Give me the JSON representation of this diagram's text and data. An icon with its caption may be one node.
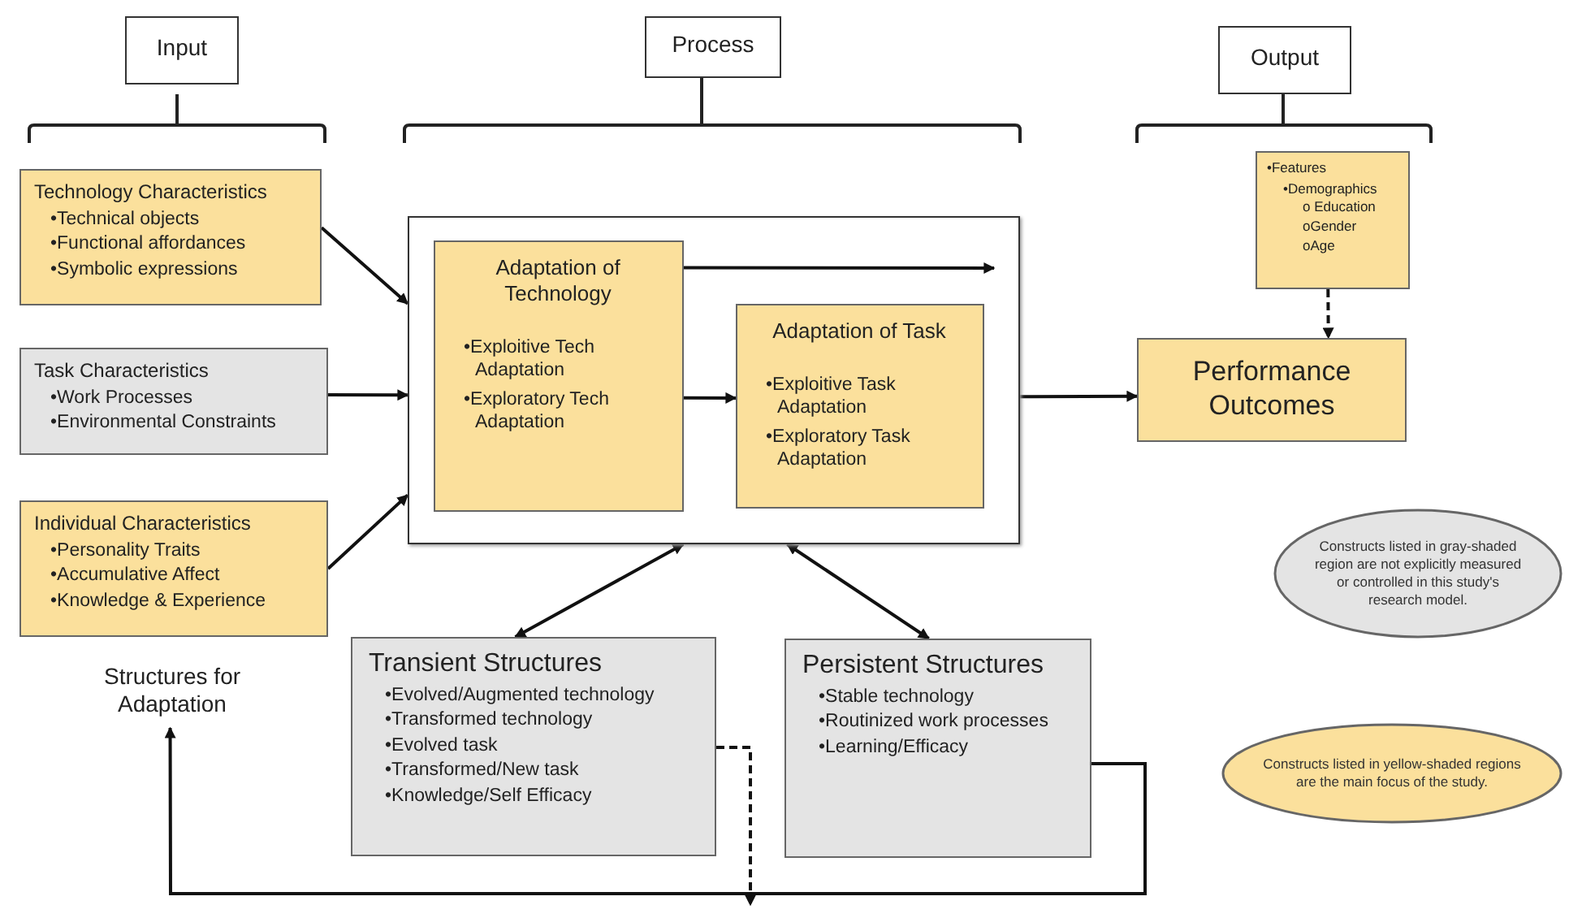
{
  "diagram": {
    "nodes": [
      {
        "text": [
          "Input"
        ]
      },
      {
        "text": [
          "Process"
        ]
      },
      {
        "text": [
          "Output"
        ]
      },
      {
        "text": [
          "Technology Characteristics",
          "•Technical objects",
          "•Functional affordances",
          "•Symbolic expressions"
        ]
      },
      {
        "text": [
          "Task Characteristics",
          "•Work Processes",
          "•Environmental Constraints"
        ]
      },
      {
        "text": [
          "Individual Characteristics",
          "•Personality Traits",
          "•Accumulative Affect",
          "•Knowledge & Experience"
        ]
      },
      {
        "text": [],
        "shape": "box"
      },
      {
        "text": [
          "Adaptation of Technology",
          "•Exploitive Tech Adaptation",
          "•Exploratory Tech Adaptation"
        ],
        "in": 6
      },
      {
        "text": [
          "Adaptation of Task",
          "•Exploitive Task Adaptation",
          "•Exploratory Task Adaptation"
        ],
        "in": 6
      },
      {
        "text": [
          "•Features",
          "•Demographics",
          "o Education",
          "oGender",
          "oAge"
        ]
      },
      {
        "text": [
          "Performance Outcomes"
        ]
      },
      {
        "text": [
          "Constructs listed in gray-shaded region are not explicitly measured or controlled in this study's research model."
        ]
      },
      {
        "text": [
          "Constructs listed in yellow-shaded regions are the main focus of the study."
        ]
      },
      {
        "text": [
          "Transient Structures",
          "•Evolved/Augmented technology",
          "•Transformed technology",
          "•Evolved task",
          "•Transformed/New task",
          "•Knowledge/Self Efficacy"
        ]
      },
      {
        "text": [
          "Persistent Structures",
          "•Stable technology",
          "•Routinized work processes",
          "•Learning/Efficacy"
        ]
      },
      {
        "text": [
          "Structures for Adaptation"
        ]
      }
    ],
    "edges": [
      {
        "from": 3,
        "to": 6,
        "arrow": "to"
      },
      {
        "from": 4,
        "to": 6,
        "arrow": "to"
      },
      {
        "from": 5,
        "to": 6,
        "arrow": "to"
      },
      {
        "from": 7,
        "to": 8,
        "arrow": "to"
      },
      {
        "from": 7,
        "to": null,
        "arrow": "to"
      },
      {
        "from": 6,
        "to": 10,
        "arrow": "to"
      },
      {
        "from": 9,
        "to": 10,
        "arrow": "to",
        "style": "dashed"
      },
      {
        "from": 6,
        "to": 13,
        "arrow": "both"
      },
      {
        "from": 6,
        "to": 14,
        "arrow": "both"
      },
      {
        "from": 13,
        "to": null,
        "arrow": "to",
        "style": "dashed"
      },
      {
        "from": 14,
        "to": 15,
        "arrow": "to"
      }
    ]
  }
}
